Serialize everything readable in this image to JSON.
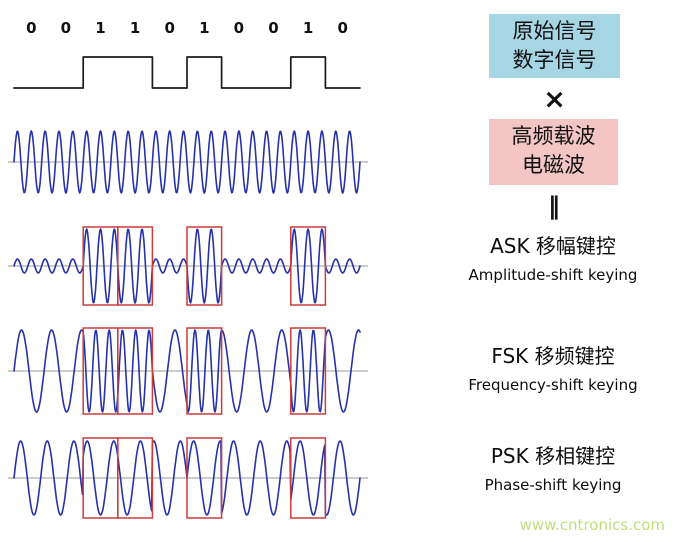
{
  "bits": [
    0,
    0,
    1,
    1,
    0,
    1,
    0,
    0,
    1,
    0
  ],
  "colors": {
    "wave": "#2632a8",
    "box": "#cc3b3b",
    "axis": "#9a9a9a",
    "square": "#1a1a1a",
    "bit_text": "#111111",
    "source_bg": "#a6d5e4",
    "carrier_bg": "#f3c5c5",
    "watermark": "#c3dd7e"
  },
  "right_panel": {
    "source_line1": "原始信号",
    "source_line2": "数字信号",
    "multiply_symbol": "×",
    "carrier_line1": "高频载波",
    "carrier_line2": "电磁波",
    "equals_symbol": "‖",
    "modulations": [
      {
        "title": "ASK 移幅键控",
        "subtitle": "Amplitude-shift keying"
      },
      {
        "title": "FSK 移频键控",
        "subtitle": "Frequency-shift keying"
      },
      {
        "title": "PSK 移相键控",
        "subtitle": "Phase-shift keying"
      }
    ],
    "watermark": "www.cntronics.com"
  }
}
